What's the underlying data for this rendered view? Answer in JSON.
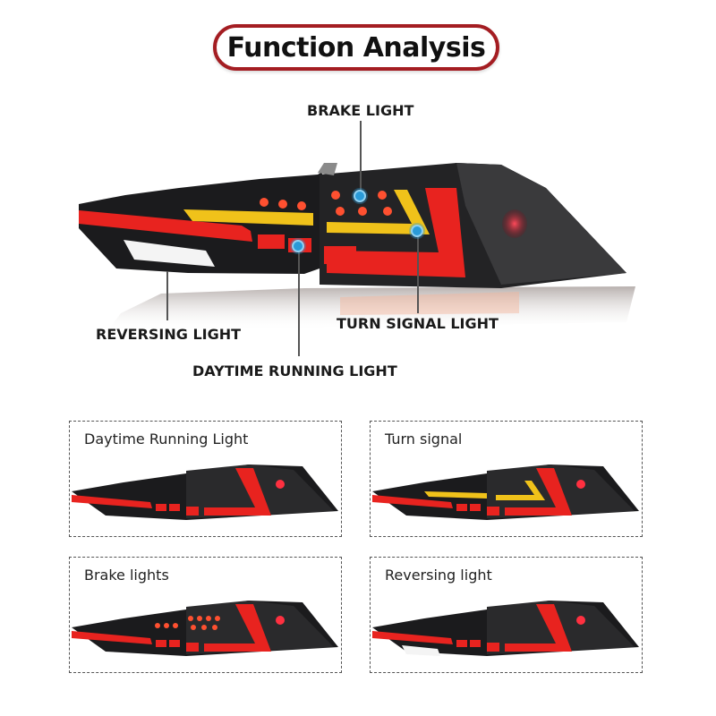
{
  "title": "Function Analysis",
  "colors": {
    "accent_border": "#a41d22",
    "callout_dot": "#2a9ad8",
    "tail_body": "#1b1b1d",
    "red_light": "#e8231f",
    "amber_light": "#f0c21a",
    "white_light": "#f4f4f4"
  },
  "main_diagram": {
    "callouts": [
      {
        "label": "BRAKE LIGHT",
        "icon": "callout-dot"
      },
      {
        "label": "TURN SIGNAL LIGHT",
        "icon": "callout-dot"
      },
      {
        "label": "REVERSING LIGHT",
        "icon": "leader-line"
      },
      {
        "label": "DAYTIME RUNNING LIGHT",
        "icon": "callout-dot"
      }
    ]
  },
  "panels": [
    {
      "label": "Daytime Running Light",
      "mode": "drl"
    },
    {
      "label": "Turn signal",
      "mode": "turn"
    },
    {
      "label": "Brake lights",
      "mode": "brake"
    },
    {
      "label": "Reversing light",
      "mode": "reverse"
    }
  ]
}
